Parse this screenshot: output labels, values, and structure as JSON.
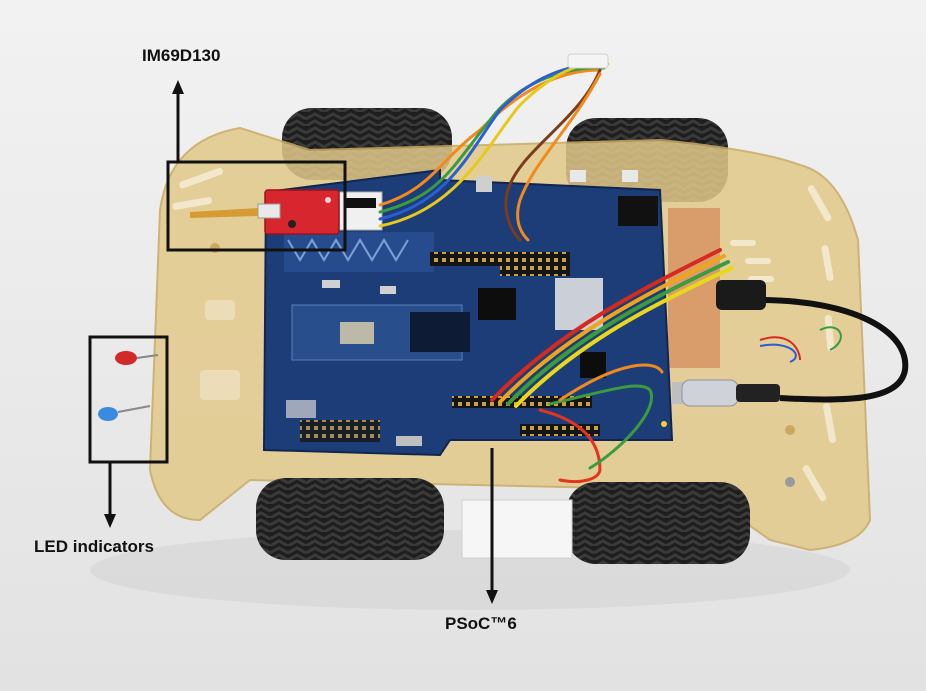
{
  "annotations": {
    "microphone": "IM69D130",
    "leds": "LED indicators",
    "board": "PSoC™6"
  },
  "colors": {
    "background": "#ececec",
    "chassis": "#e3c98a",
    "board": "#1d3d78",
    "tire": "#1c1c1c",
    "sensor": "#d8262f",
    "annotation": "#111111"
  }
}
